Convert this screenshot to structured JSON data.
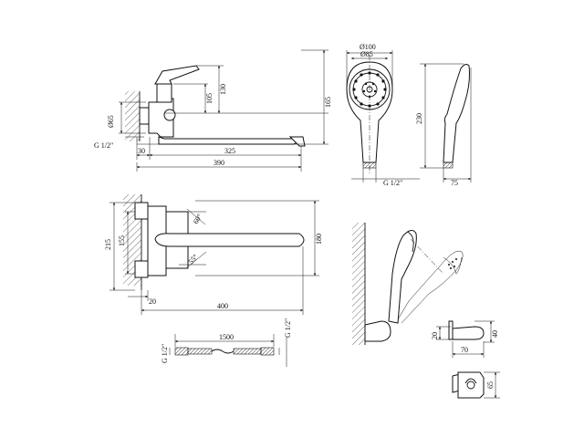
{
  "faucet_side": {
    "d65": "Ø65",
    "g12": "G 1/2\"",
    "h105": "105",
    "h130": "130",
    "h165": "165",
    "w30": "30",
    "w325": "325",
    "w390": "390"
  },
  "faucet_top": {
    "h215": "215",
    "h155": "155",
    "h180": "180",
    "a60": "60°",
    "a55": "55°",
    "w20": "20",
    "w400": "400"
  },
  "shower_head_front": {
    "d100": "Ø100",
    "d85": "Ø85",
    "h230": "230",
    "g12": "G 1/2\""
  },
  "shower_head_side": {
    "w75": "75"
  },
  "hose": {
    "len": "1500",
    "g_left": "G 1/2\"",
    "g_right": "G 1/2\""
  },
  "holder": {
    "h20": "20",
    "h40": "40",
    "w70": "70",
    "h65": "65"
  }
}
